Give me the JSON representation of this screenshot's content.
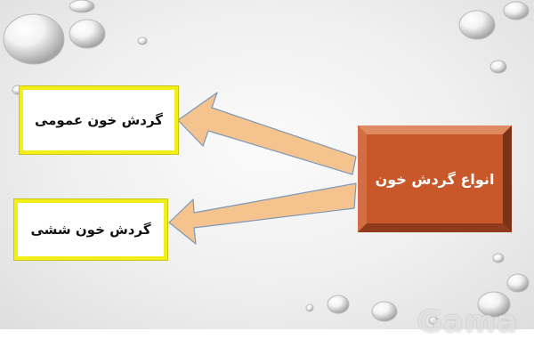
{
  "diagram": {
    "main_node": {
      "label": "انواع گردش خون",
      "fill": "#c8582a",
      "bevel_dark": "#7a3318",
      "bevel_light": "#e08a62"
    },
    "branches": [
      {
        "label": "گردش خون عمومی"
      },
      {
        "label": "گردش خون ششی"
      }
    ],
    "arrow_color": "#f5c48e",
    "box_border_color": "#f2ee18"
  },
  "watermark": {
    "text": "Gama"
  }
}
